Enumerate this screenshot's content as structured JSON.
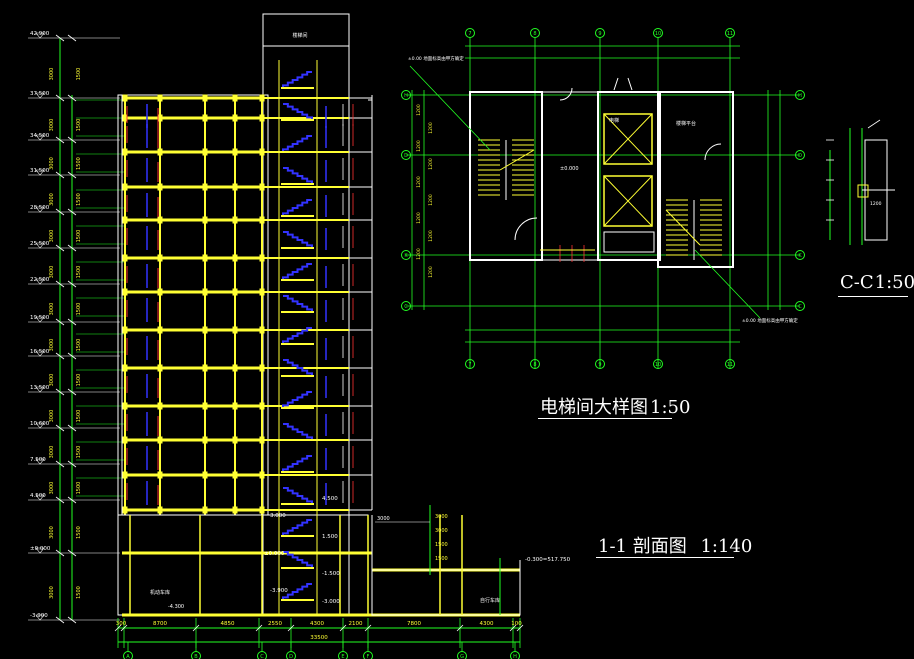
{
  "section_title": {
    "name": "1-1 剖面图",
    "scale": "1:140"
  },
  "elevator_title": {
    "name": "电梯间大样图",
    "scale": "1:50"
  },
  "cc_title": {
    "name": "C-C",
    "scale": "1:50"
  },
  "elevations": [
    "42.900",
    "37.500",
    "34.500",
    "31.500",
    "28.500",
    "25.500",
    "22.500",
    "19.500",
    "16.500",
    "13.500",
    "10.600",
    "7.500",
    "4.500",
    "±0.000",
    "-3.900"
  ],
  "stair_levels": [
    "4.500",
    "3.000",
    "1.500",
    "±0.000",
    "-1.500",
    "-3.900",
    "-3.000"
  ],
  "bottom_dims": [
    "300",
    "8700",
    "4850",
    "2550",
    "4300",
    "2100",
    "7800",
    "4300",
    "100"
  ],
  "bottom_total": "33500",
  "right_level": "-0.300=517.750",
  "room_labels": [
    "机动车库",
    "自行车库"
  ],
  "bottom_level": "-4.300",
  "elevator_labels": {
    "shaft": "电梯",
    "platform": "楼梯平台"
  },
  "ann_top": "±0.00\n地面标高由甲方确定",
  "ann_bottom": "±0.00\n地面标高由甲方确定"
}
